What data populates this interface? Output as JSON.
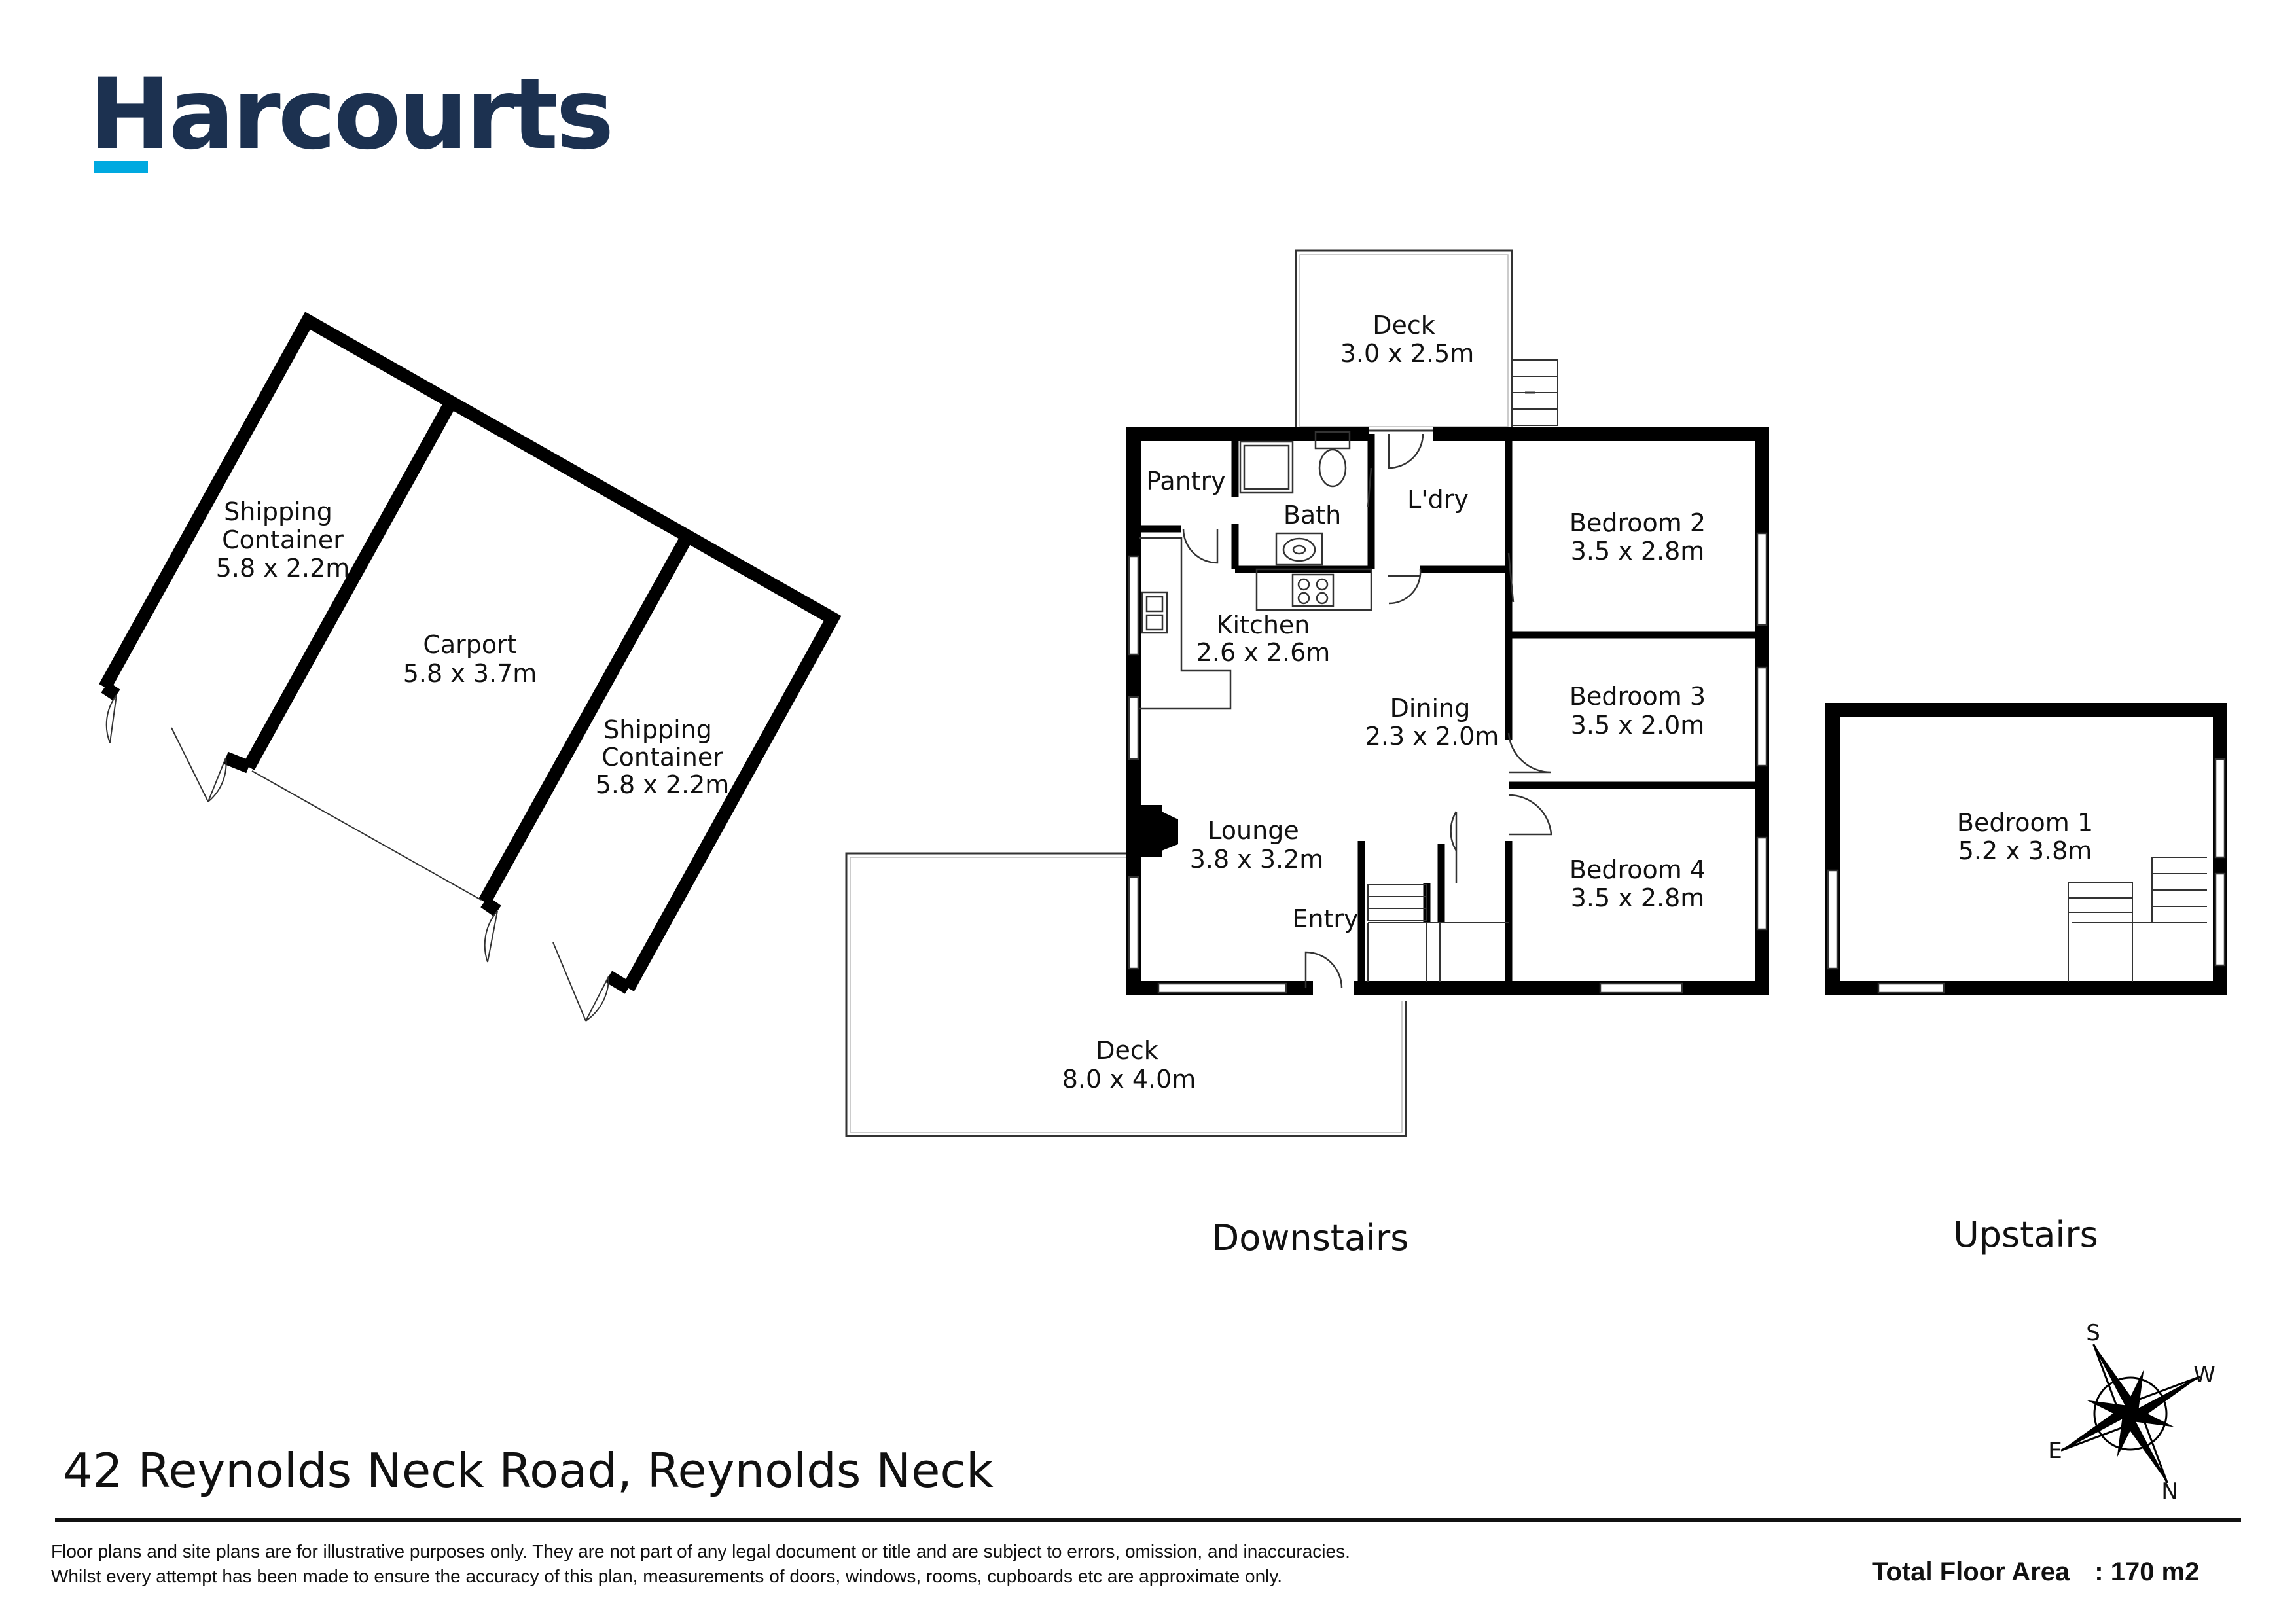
{
  "brand": {
    "name": "Harcourts",
    "primary_color": "#1c3150",
    "accent_color": "#00a9e0"
  },
  "address": "42 Reynolds Neck Road, Reynolds Neck",
  "levels": {
    "downstairs": "Downstairs",
    "upstairs": "Upstairs"
  },
  "rooms": {
    "deck_back": {
      "name": "Deck",
      "size": "3.0 x 2.5m"
    },
    "pantry": {
      "name": "Pantry"
    },
    "bath": {
      "name": "Bath"
    },
    "laundry": {
      "name": "L'dry"
    },
    "bedroom2": {
      "name": "Bedroom 2",
      "size": "3.5 x 2.8m"
    },
    "kitchen": {
      "name": "Kitchen",
      "size": "2.6 x 2.6m"
    },
    "dining": {
      "name": "Dining",
      "size": "2.3 x 2.0m"
    },
    "bedroom3": {
      "name": "Bedroom 3",
      "size": "3.5 x 2.0m"
    },
    "lounge": {
      "name": "Lounge",
      "size": "3.8 x 3.2m"
    },
    "entry": {
      "name": "Entry"
    },
    "bedroom4": {
      "name": "Bedroom 4",
      "size": "3.5 x 2.8m"
    },
    "deck_front": {
      "name": "Deck",
      "size": "8.0 x 4.0m"
    },
    "bedroom1": {
      "name": "Bedroom 1",
      "size": "5.2 x 3.8m"
    },
    "container1": {
      "line1": "Shipping",
      "line2": "Container",
      "size": "5.8 x 2.2m"
    },
    "carport": {
      "name": "Carport",
      "size": "5.8 x 3.7m"
    },
    "container2": {
      "line1": "Shipping",
      "line2": "Container",
      "size": "5.8 x 2.2m"
    }
  },
  "compass": {
    "s": "S",
    "w": "W",
    "e": "E",
    "n": "N",
    "icon": "compass-rose-icon"
  },
  "disclaimer": {
    "line1": "Floor plans and site plans are for illustrative purposes only. They are not part of any legal document or title and are subject to errors, omission, and inaccuracies.",
    "line2": "Whilst every attempt has been made to ensure the accuracy of this plan, measurements of doors, windows, rooms, cupboards etc are approximate only."
  },
  "total_floor_area": {
    "label": "Total Floor Area",
    "separator": ":",
    "value": "170 m2"
  }
}
